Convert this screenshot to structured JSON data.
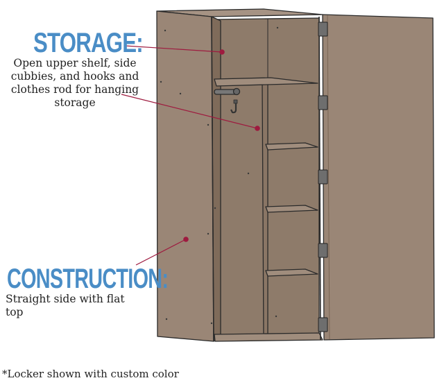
{
  "colors": {
    "heading": "#4a8dc6",
    "callout": "#9e1b3f",
    "locker_body": "#9a8676",
    "locker_shade": "#86725f",
    "outline": "#2a2a2a"
  },
  "callouts": {
    "storage": {
      "title": "STORAGE:",
      "description": "Open upper shelf, side cubbies, and hooks and clothes rod for hanging storage"
    },
    "construction": {
      "title": "CONSTRUCTION:",
      "description": "Straight side with flat top"
    }
  },
  "footnote": "*Locker shown with custom color",
  "illustration": {
    "subject": "double-compartment steel locker with open door",
    "features": [
      "upper-shelf",
      "side-cubbies",
      "clothes-rod",
      "coat-hook",
      "door-hinges"
    ]
  }
}
